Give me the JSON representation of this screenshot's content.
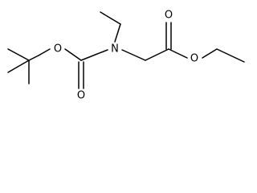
{
  "molecule": {
    "atoms": {
      "nitrogen": "N",
      "oxygen_tbu_ether": "O",
      "oxygen_carbamate_carbonyl": "O",
      "oxygen_ester_carbonyl": "O",
      "oxygen_ester_ether": "O"
    }
  }
}
